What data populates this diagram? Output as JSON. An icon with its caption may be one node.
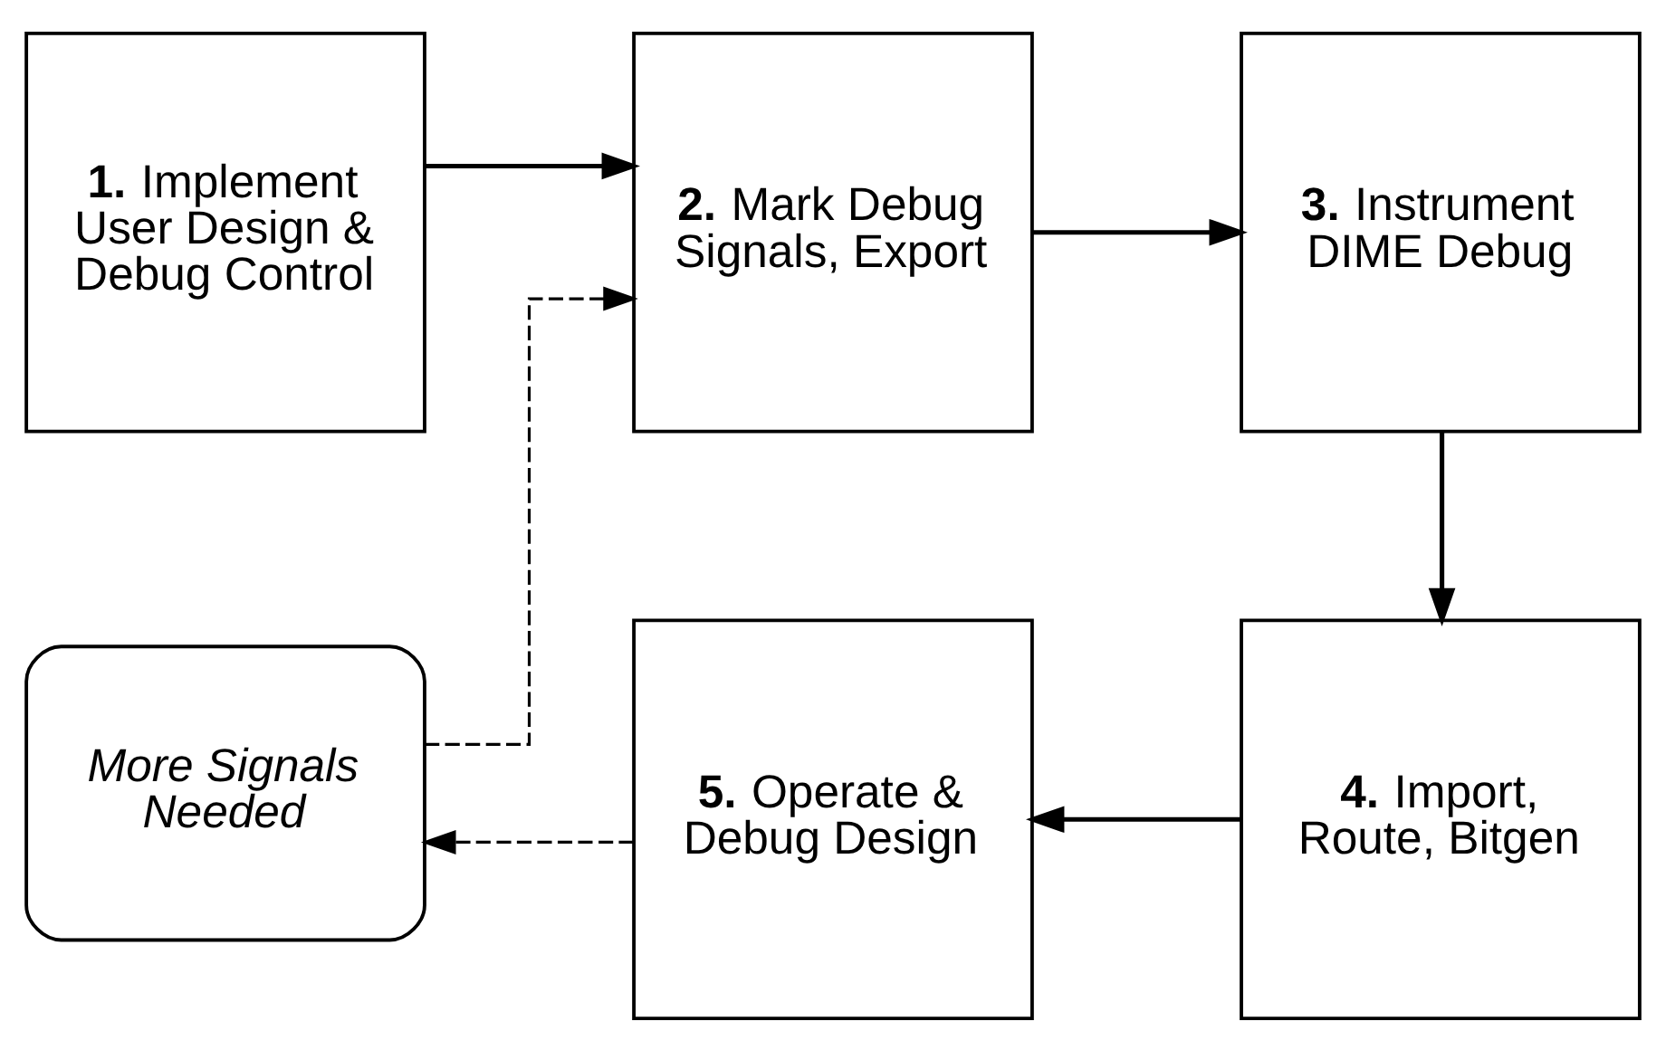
{
  "diagram": {
    "nodes": [
      {
        "text": [
          "**1.** Implement User Design & Debug Control"
        ]
      },
      {
        "text": [
          "**2.** Mark Debug Signals, Export"
        ]
      },
      {
        "text": [
          "**3.** Instrument DIME Debug"
        ]
      },
      {
        "text": [
          "More Signals Needed"
        ]
      },
      {
        "text": [
          "**5.** Operate & Debug Design"
        ]
      },
      {
        "text": [
          "**4.** Import, Route, Bitgen"
        ]
      }
    ],
    "edges": [
      {
        "from": 0,
        "to": 1,
        "arrow": "to"
      },
      {
        "from": 1,
        "to": 2,
        "arrow": "to"
      },
      {
        "from": 2,
        "to": 5,
        "arrow": "to"
      },
      {
        "from": 5,
        "to": 4,
        "arrow": "to"
      },
      {
        "from": 4,
        "to": 3,
        "arrow": "to",
        "style": "dashed"
      },
      {
        "from": 3,
        "to": 1,
        "arrow": "to",
        "style": "dashed"
      }
    ]
  }
}
